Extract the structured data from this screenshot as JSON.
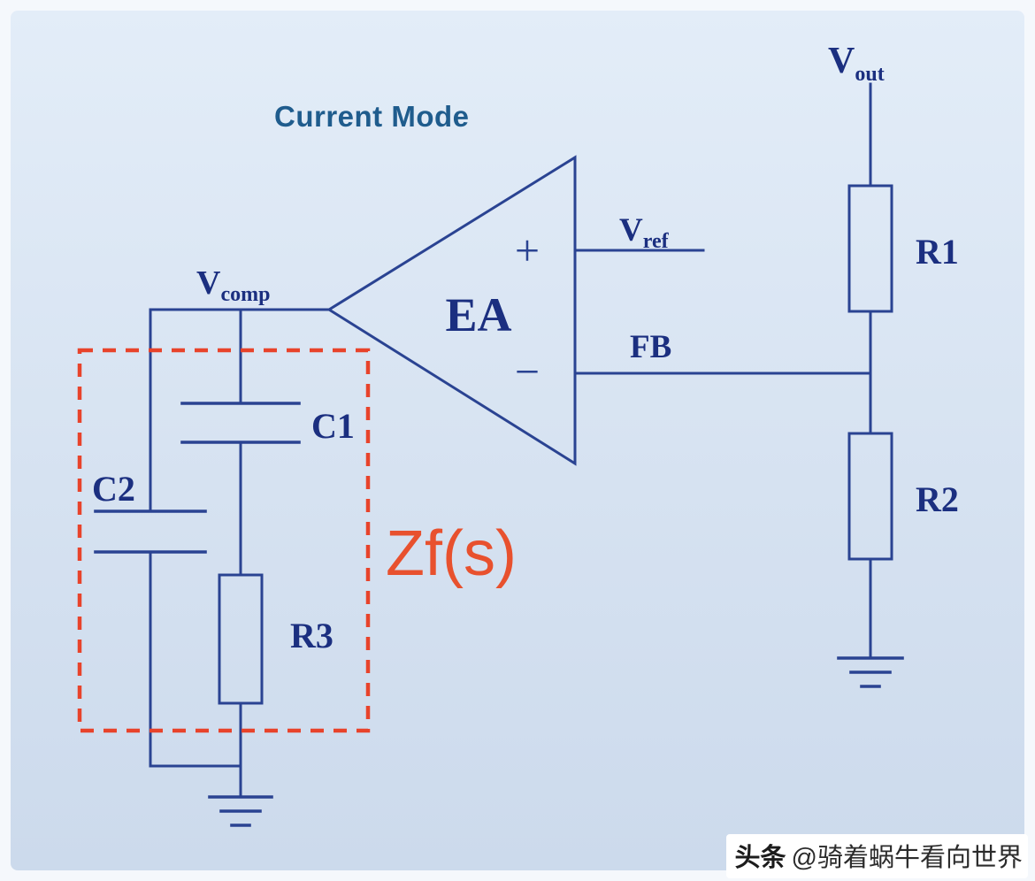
{
  "colors": {
    "panel_top": "#e3edf8",
    "panel_bottom": "#ccdaec",
    "frame": "#f5f8fc",
    "wire": "#2a4392",
    "label": "#1b2f80",
    "title": "#1f5c8d",
    "accent_red": "#e8432b",
    "zf_orange": "#e8512e",
    "watermark_text": "#1c1c1c"
  },
  "title": "Current Mode",
  "amplifier": {
    "name": "EA",
    "plus": "+",
    "minus": "−"
  },
  "nets": {
    "vout": {
      "base": "V",
      "sub": "out"
    },
    "vref": {
      "base": "V",
      "sub": "ref"
    },
    "vcomp": {
      "base": "V",
      "sub": "comp"
    },
    "fb": "FB"
  },
  "components": {
    "r1": "R1",
    "r2": "R2",
    "r3": "R3",
    "c1": "C1",
    "c2": "C2"
  },
  "annotations": {
    "zf": "Zf(s)"
  },
  "watermark": {
    "brand": "头条",
    "handle": "@骑着蜗牛看向世界"
  }
}
